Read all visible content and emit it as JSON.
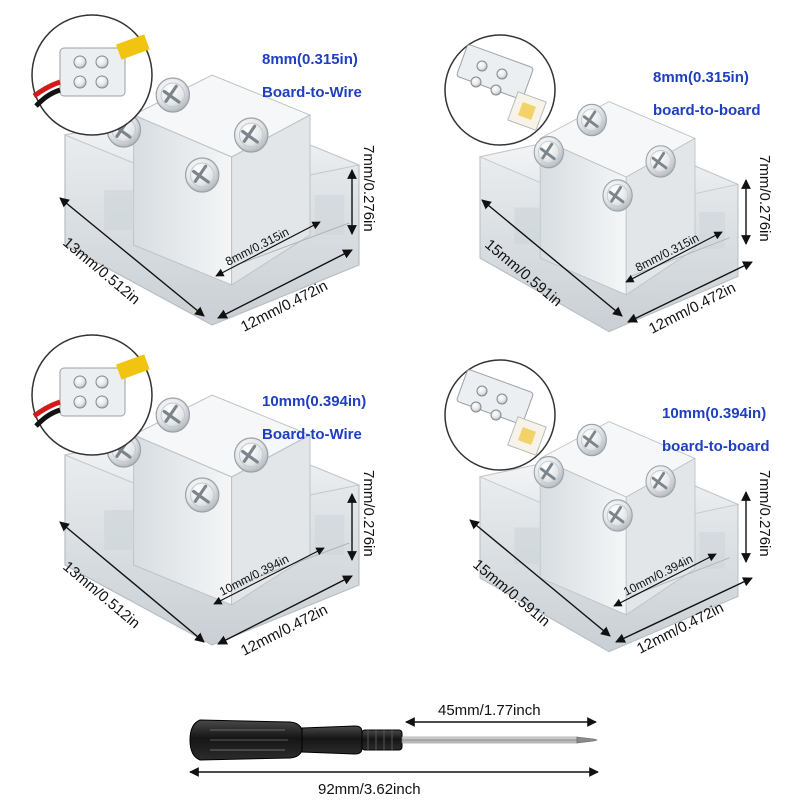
{
  "connectors": [
    {
      "size_label": "8mm(0.315in)",
      "type_label": "Board-to-Wire",
      "length": "13mm/0.512in",
      "width": "12mm/0.472in",
      "height": "7mm/0.276in",
      "gap": "8mm/0.315in",
      "inset": "wire"
    },
    {
      "size_label": "8mm(0.315in)",
      "type_label": "board-to-board",
      "length": "15mm/0.591in",
      "width": "12mm/0.472in",
      "height": "7mm/0.276in",
      "gap": "8mm/0.315in",
      "inset": "strip"
    },
    {
      "size_label": "10mm(0.394in)",
      "type_label": "Board-to-Wire",
      "length": "13mm/0.512in",
      "width": "12mm/0.472in",
      "height": "7mm/0.276in",
      "gap": "10mm/0.394in",
      "inset": "wire"
    },
    {
      "size_label": "10mm(0.394in)",
      "type_label": "board-to-board",
      "length": "15mm/0.591in",
      "width": "12mm/0.472in",
      "height": "7mm/0.276in",
      "gap": "10mm/0.394in",
      "inset": "strip"
    }
  ],
  "screwdriver": {
    "shaft_length": "45mm/1.77inch",
    "total_length": "92mm/3.62inch"
  },
  "colors": {
    "label_blue": "#1f3fbf",
    "handle": "#1a1a1a",
    "clear_plastic": "#e9edf0"
  }
}
